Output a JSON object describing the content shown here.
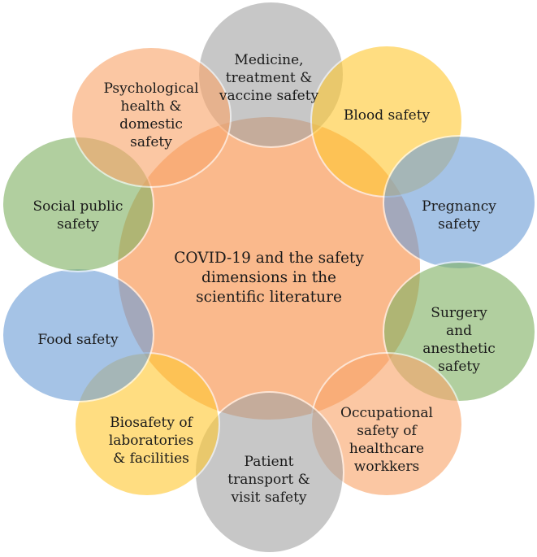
{
  "diagram": {
    "title": "COVID-19 and the safety dimensions in the scientific literature",
    "center": {
      "label": "COVID-19 and the safety\ndimensions in the\nscientific literature",
      "color": "#f9a66c"
    },
    "nodes": [
      {
        "id": "medicine",
        "label": "Medicine,\ntreatment &\nvaccine safety",
        "color": "#a5a5a5"
      },
      {
        "id": "blood",
        "label": "Blood safety",
        "color": "#ffc935"
      },
      {
        "id": "pregnancy",
        "label": "Pregnancy\nsafety",
        "color": "#6f9fd8"
      },
      {
        "id": "surgery",
        "label": "Surgery and\nanesthetic\nsafety",
        "color": "#82b366"
      },
      {
        "id": "occupational",
        "label": "Occupational\nsafety of\nhealthcare\nworkkers",
        "color": "#f9a66c"
      },
      {
        "id": "patient",
        "label": "Patient\ntransport &\nvisit safety",
        "color": "#a5a5a5"
      },
      {
        "id": "biosafety",
        "label": "Biosafety of\nlaboratories\n& facilities",
        "color": "#ffc935"
      },
      {
        "id": "food",
        "label": "Food safety",
        "color": "#6f9fd8"
      },
      {
        "id": "social",
        "label": "Social public\nsafety",
        "color": "#82b366"
      },
      {
        "id": "psychological",
        "label": "Psychological\nhealth &\ndomestic\nsafety",
        "color": "#f9a66c"
      }
    ]
  }
}
